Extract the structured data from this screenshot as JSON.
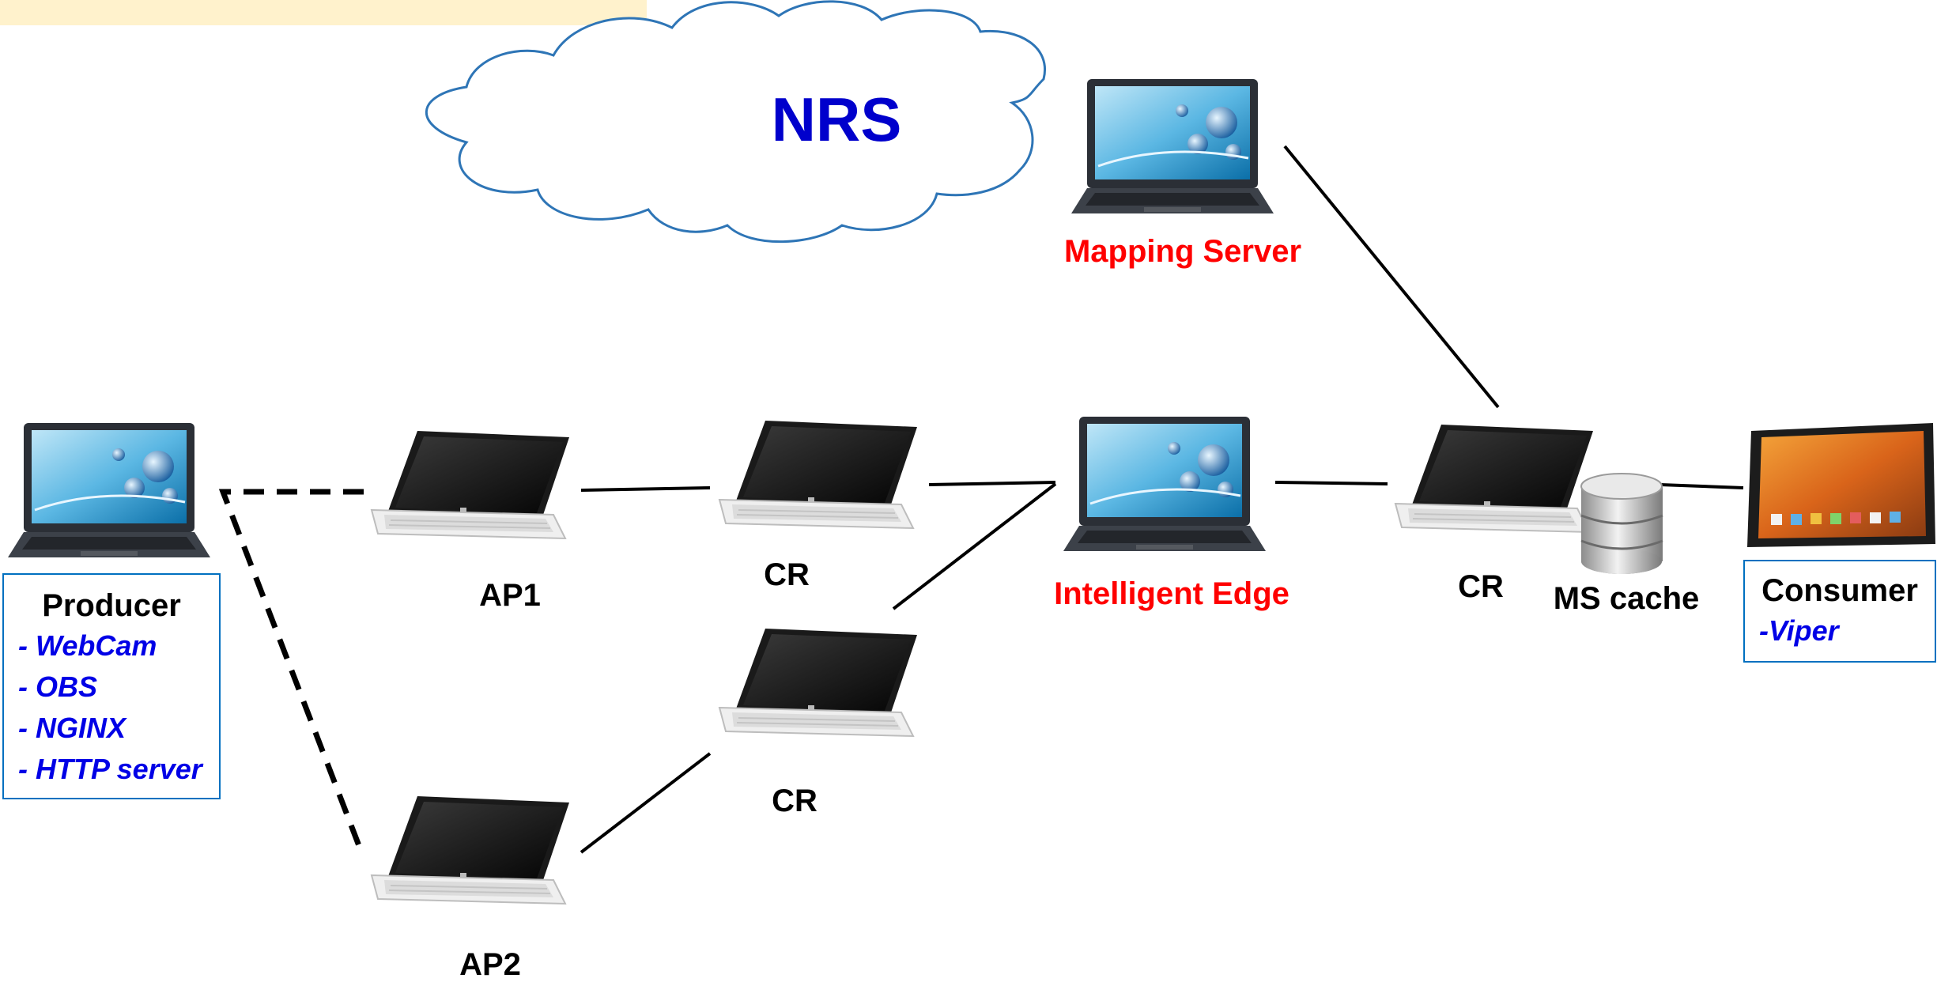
{
  "diagram": {
    "cloud_label": "NRS",
    "nodes": {
      "mapping_server": "Mapping Server",
      "producer": "Producer",
      "ap1": "AP1",
      "ap2": "AP2",
      "cr_top": "CR",
      "cr_bottom": "CR",
      "intelligent_edge": "Intelligent Edge",
      "cr_right": "CR",
      "ms_cache": "MS cache",
      "consumer": "Consumer"
    },
    "producer_apps": [
      "- WebCam",
      "- OBS",
      "- NGINX",
      "- HTTP server"
    ],
    "consumer_apps": [
      "-Viper"
    ]
  },
  "colors": {
    "emphasis_label": "#ff0000",
    "cloud_text": "#0000cc",
    "app_text": "#0000e6",
    "box_border": "#0070c0",
    "banner": "#fff2cc"
  }
}
